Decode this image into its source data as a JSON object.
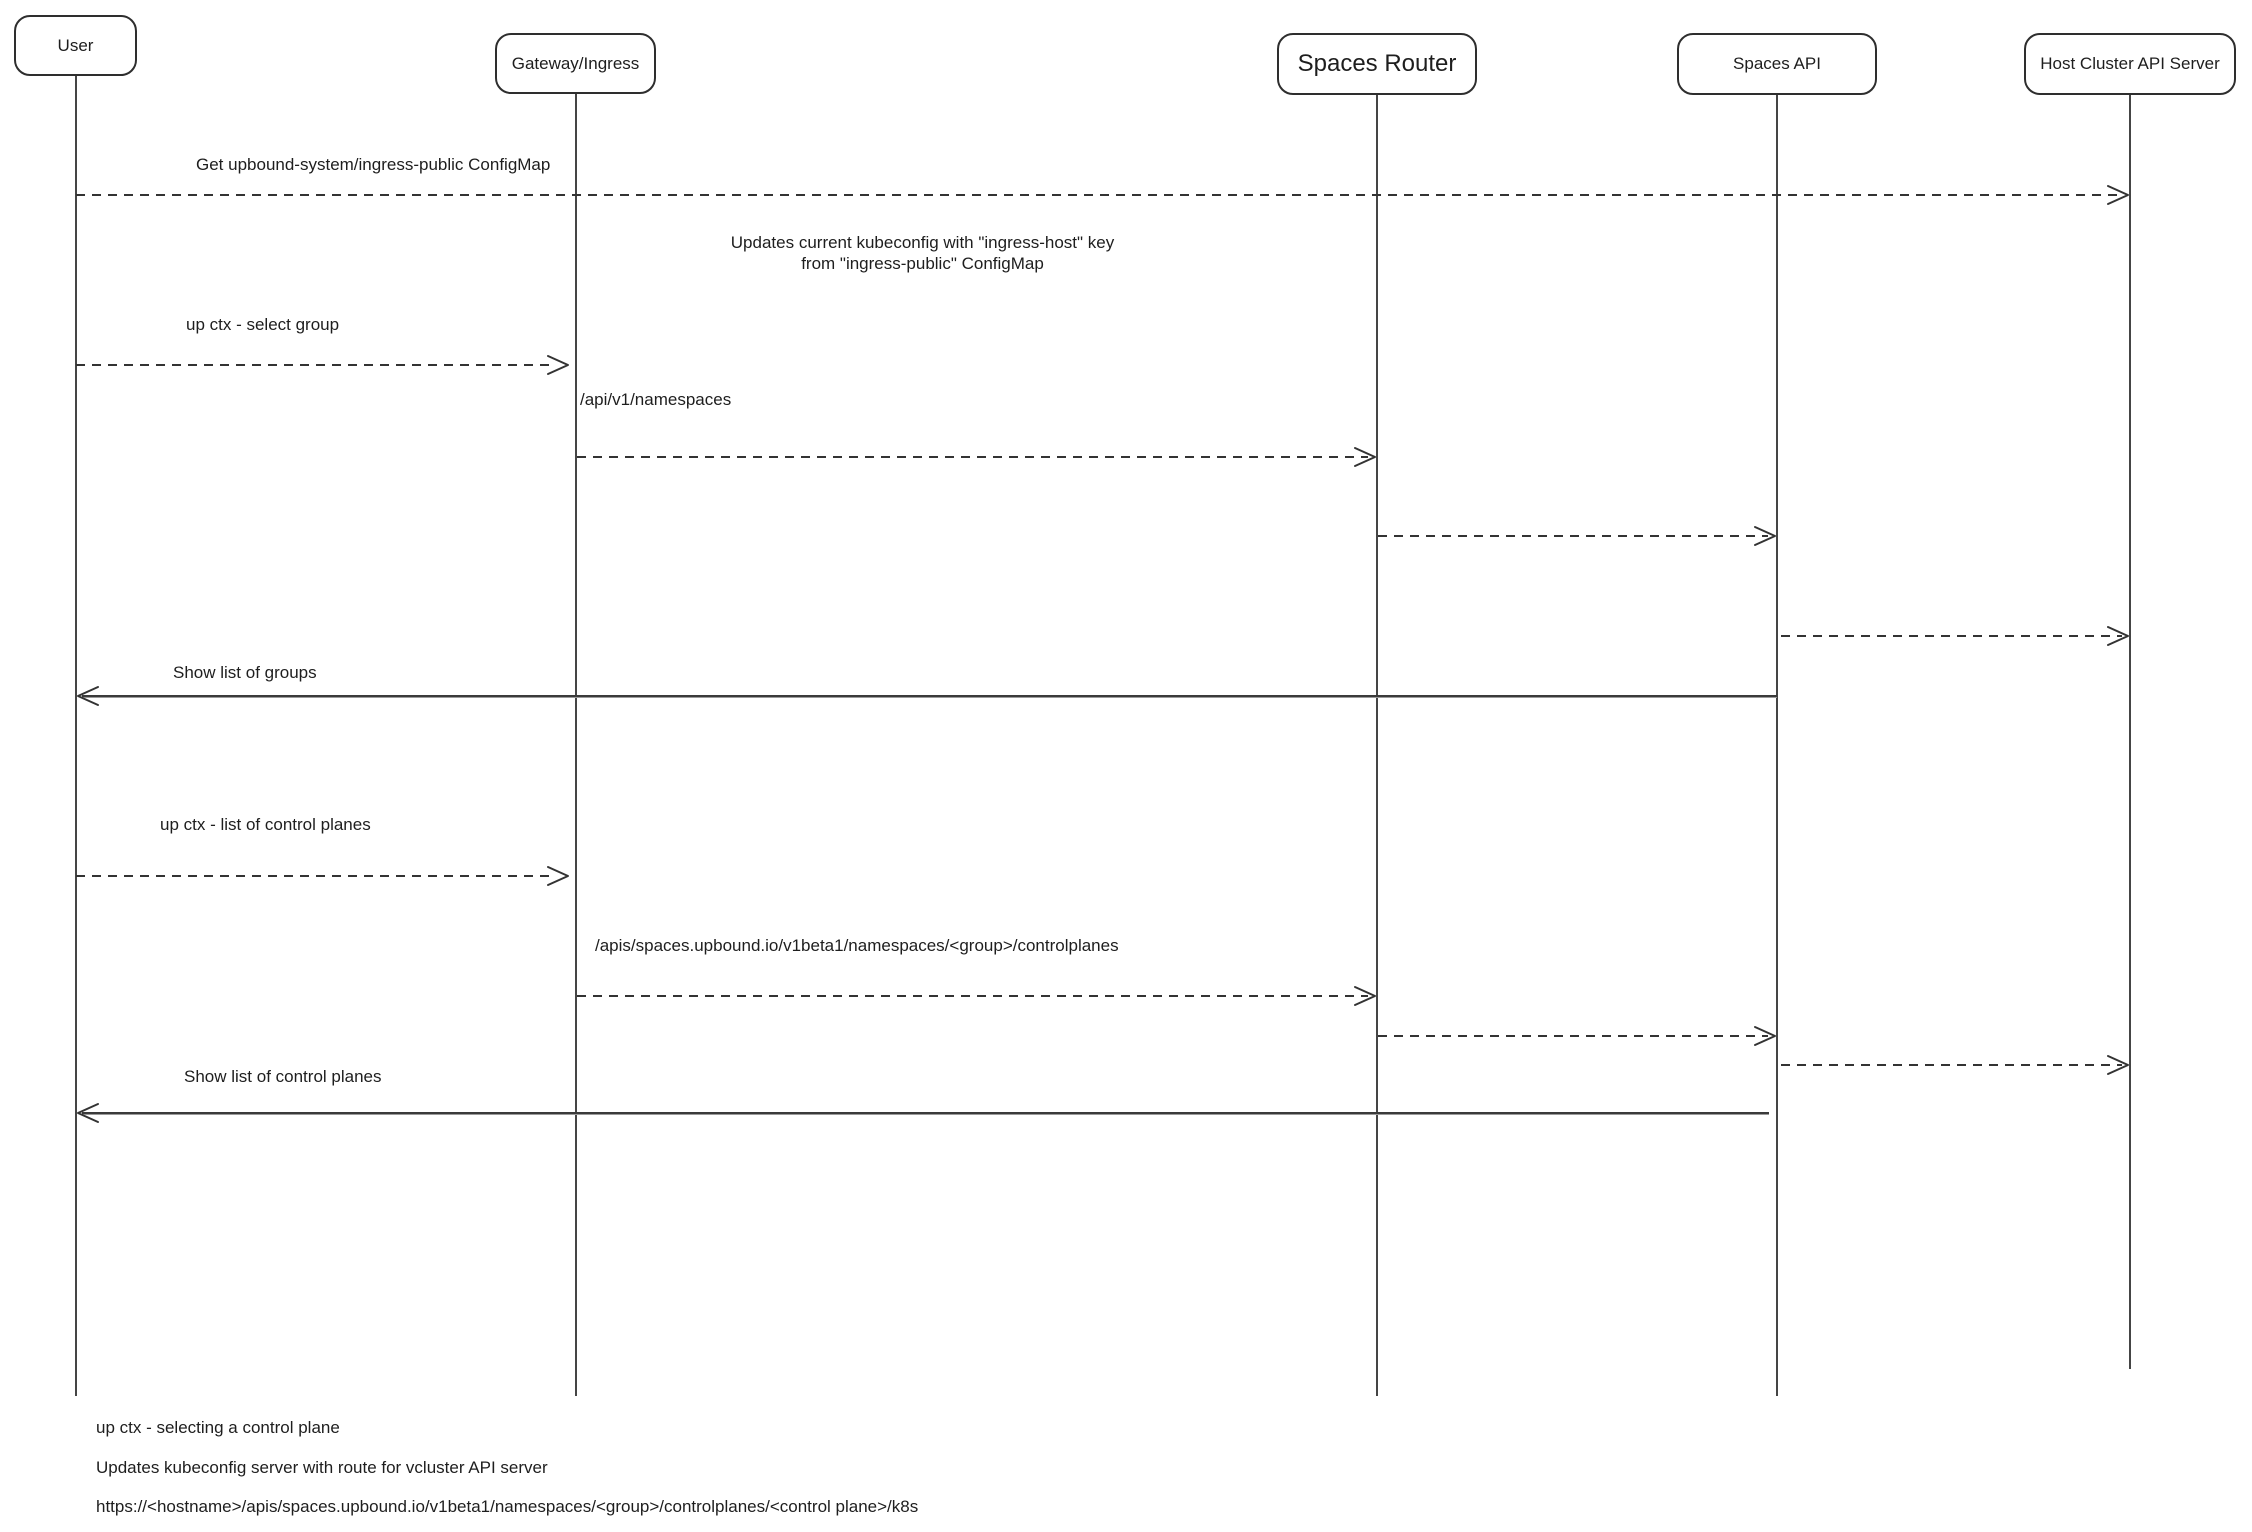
{
  "diagram": {
    "actors": [
      {
        "label": "User"
      },
      {
        "label": "Gateway/Ingress"
      },
      {
        "label": "Spaces Router"
      },
      {
        "label": "Spaces API"
      },
      {
        "label": "Host Cluster API Server"
      }
    ],
    "messages": [
      {
        "label": "Get upbound-system/ingress-public ConfigMap",
        "from": "User",
        "to": "Host Cluster API Server",
        "line": "dashed"
      },
      {
        "label": "up ctx - select group",
        "from": "User",
        "to": "Gateway/Ingress",
        "line": "dashed"
      },
      {
        "label": "/api/v1/namespaces",
        "from": "Gateway/Ingress",
        "to": "Spaces Router",
        "line": "dashed"
      },
      {
        "label": "",
        "from": "Spaces Router",
        "to": "Spaces API",
        "line": "dashed"
      },
      {
        "label": "",
        "from": "Spaces API",
        "to": "Host Cluster API Server",
        "line": "dashed"
      },
      {
        "label": "Show list of groups",
        "from": "Spaces API",
        "to": "User",
        "line": "solid"
      },
      {
        "label": "up ctx - list of control planes",
        "from": "User",
        "to": "Gateway/Ingress",
        "line": "dashed"
      },
      {
        "label": "/apis/spaces.upbound.io/v1beta1/namespaces/<group>/controlplanes",
        "from": "Gateway/Ingress",
        "to": "Spaces Router",
        "line": "dashed"
      },
      {
        "label": "",
        "from": "Spaces Router",
        "to": "Spaces API",
        "line": "dashed"
      },
      {
        "label": "",
        "from": "Spaces API",
        "to": "Host Cluster API Server",
        "line": "dashed"
      },
      {
        "label": "Show list of control planes",
        "from": "Spaces API",
        "to": "User",
        "line": "solid"
      }
    ],
    "note": {
      "line1": "Updates current kubeconfig with \"ingress-host\" key",
      "line2": "from \"ingress-public\" ConfigMap"
    },
    "footnotes": [
      "up ctx - selecting a control plane",
      "Updates kubeconfig server with route for vcluster API server",
      "https://<hostname>/apis/spaces.upbound.io/v1beta1/namespaces/<group>/controlplanes/<control plane>/k8s"
    ],
    "colors": {
      "stroke": "#333333",
      "text": "#1e1e1e",
      "background": "#ffffff"
    }
  }
}
